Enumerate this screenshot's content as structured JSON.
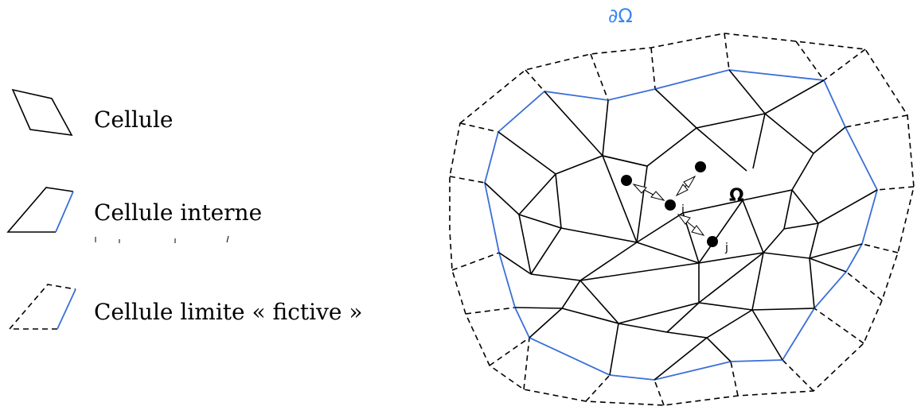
{
  "colors": {
    "boundary": "#3a6fd8",
    "line": "#000000",
    "label_boundary": "#3a86f0"
  },
  "legend": {
    "cell": "Cellule",
    "internal_cell": "Cellule interne",
    "ghost_cell": "Cellule limite « fictive »"
  },
  "diagram": {
    "boundary_label": "∂Ω",
    "domain_label": "Ω",
    "node_i": "i",
    "node_j": "j"
  }
}
